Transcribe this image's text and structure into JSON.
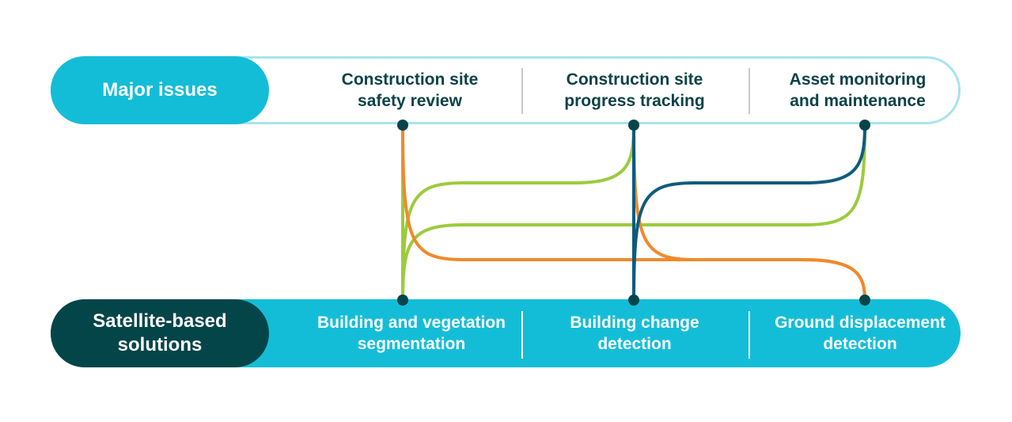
{
  "header": {
    "label": "Major issues"
  },
  "issues": [
    {
      "label": "Construction site\nsafety review"
    },
    {
      "label": "Construction site\nprogress tracking"
    },
    {
      "label": "Asset monitoring\nand maintenance"
    }
  ],
  "footer": {
    "label": "Satellite-based\nsolutions"
  },
  "solutions": [
    {
      "label": "Building and vegetation\nsegmentation"
    },
    {
      "label": "Building change\ndetection"
    },
    {
      "label": "Ground displacement\ndetection"
    }
  ],
  "colors": {
    "primary": "#14bdd7",
    "dark": "#04454a",
    "text_dark": "#0d4247",
    "link_green": "#9ccb3c",
    "link_orange": "#ef8a2c",
    "link_blue": "#0f5b7d"
  },
  "links": [
    {
      "from": 0,
      "to": 0,
      "color": "green"
    },
    {
      "from": 1,
      "to": 0,
      "color": "green"
    },
    {
      "from": 2,
      "to": 0,
      "color": "green"
    },
    {
      "from": 0,
      "to": 2,
      "color": "orange"
    },
    {
      "from": 1,
      "to": 2,
      "color": "orange"
    },
    {
      "from": 1,
      "to": 1,
      "color": "blue"
    },
    {
      "from": 2,
      "to": 1,
      "color": "blue"
    }
  ]
}
